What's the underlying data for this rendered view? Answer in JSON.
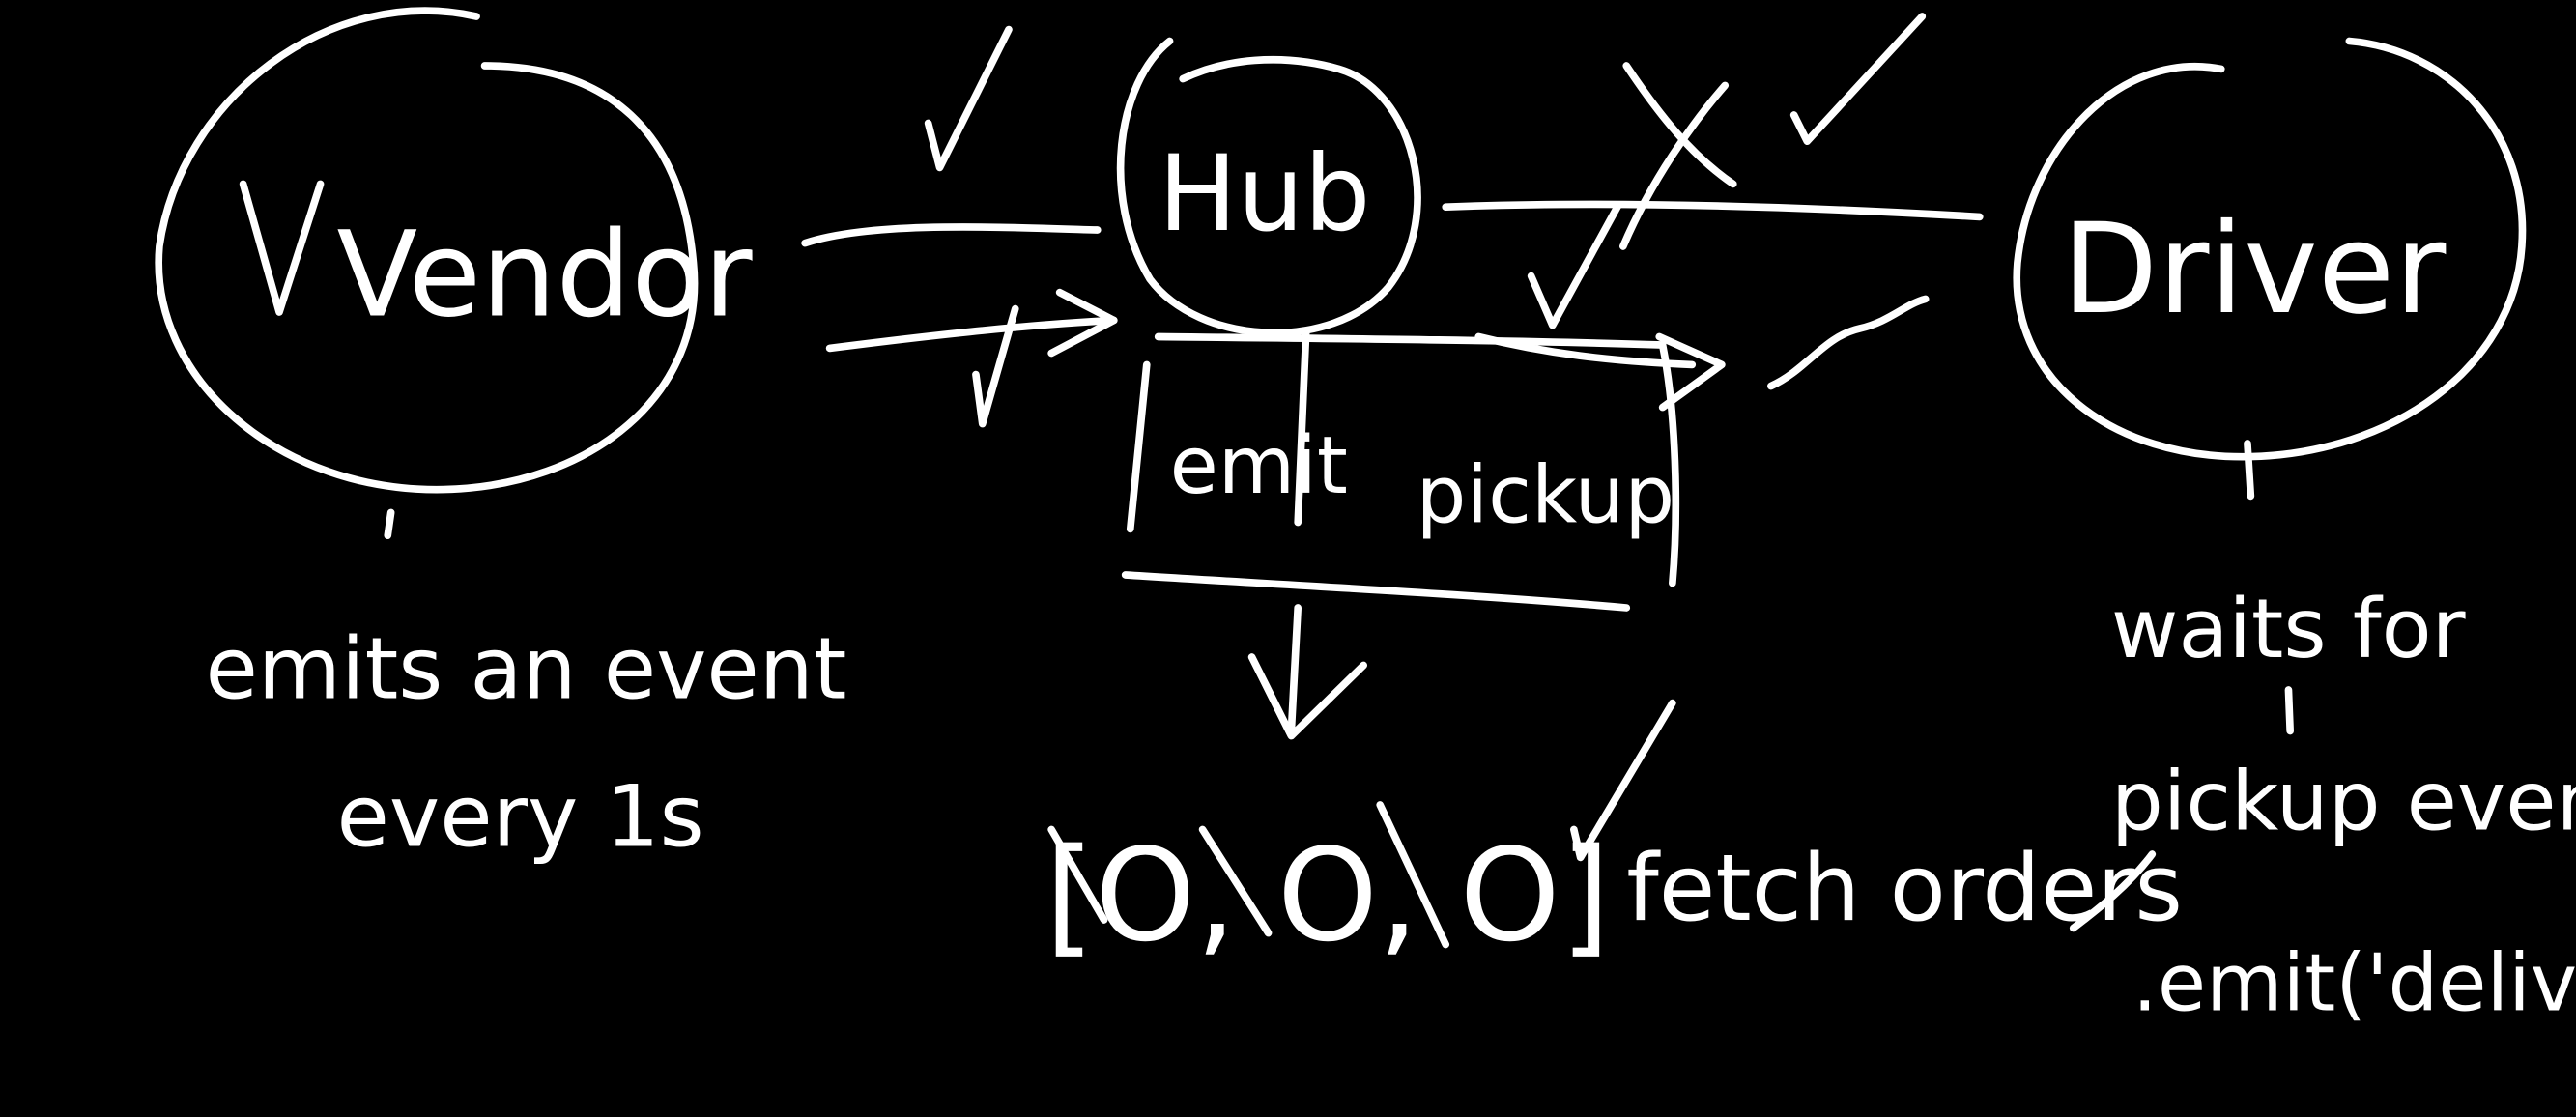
{
  "nodes": {
    "vendor": {
      "label": "Vendor",
      "note": [
        "emits an event",
        "every 1s"
      ]
    },
    "hub": {
      "label": "Hub",
      "box_labels": [
        "emit",
        "pickup"
      ]
    },
    "driver": {
      "label": "Driver",
      "note": [
        "waits for",
        "pickup event",
        ".emit('delivery')"
      ]
    }
  },
  "queue": "[O, O, O]",
  "fetch_label": "fetch orders",
  "colors": {
    "background": "#000000",
    "ink": "#ffffff"
  }
}
